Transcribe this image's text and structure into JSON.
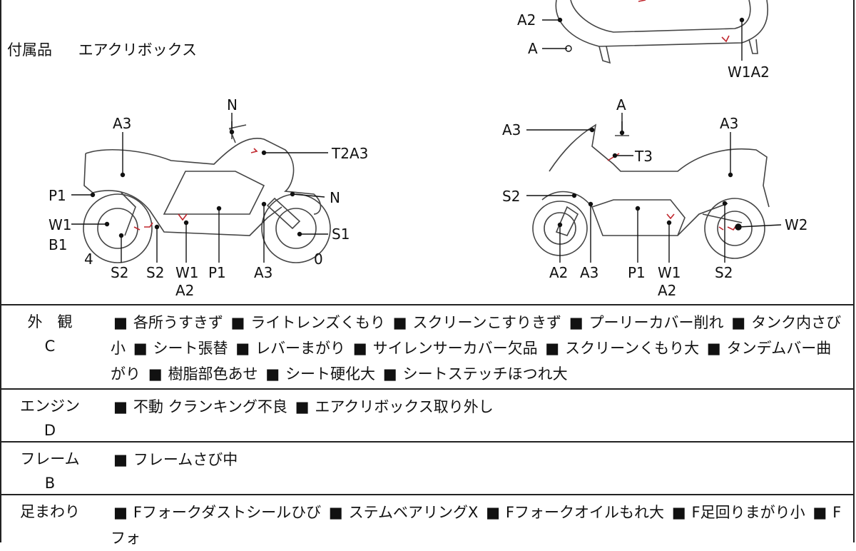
{
  "accessories": {
    "label": "付属品",
    "value": "エアクリボックス"
  },
  "diagram_labels": {
    "top_a2": "A2",
    "top_a": "A",
    "top_w1a2": "W1A2",
    "l_n": "N",
    "l_a3": "A3",
    "l_t2a3": "T2A3",
    "l_p1": "P1",
    "l_n2": "N",
    "l_w1": "W1",
    "l_b1": "B1",
    "l_s1": "S1",
    "l_4": "4",
    "l_0": "0",
    "l_s2a": "S2",
    "l_s2b": "S2",
    "l_w1b": "W1",
    "l_a2": "A2",
    "l_p1b": "P1",
    "l_a3b": "A3",
    "r_a": "A",
    "r_a3": "A3",
    "r_a3b": "A3",
    "r_t3": "T3",
    "r_s2": "S2",
    "r_w2": "W2",
    "r_a2": "A2",
    "r_a3c": "A3",
    "r_p1": "P1",
    "r_w1": "W1",
    "r_a2b": "A2",
    "r_s2b": "S2"
  },
  "sections": [
    {
      "title": "外　観",
      "code": "C",
      "items": [
        "各所うすきず",
        "ライトレンズくもり",
        "スクリーンこすりきず",
        "プーリーカバー削れ",
        "タンク内さび小",
        "シート張替",
        "レバーまがり",
        "サイレンサーカバー欠品",
        "スクリーンくもり大",
        "タンデムバー曲がり",
        "樹脂部色あせ",
        "シート硬化大",
        "シートステッチほつれ大"
      ]
    },
    {
      "title": "エンジン",
      "code": "D",
      "items": [
        "不動 クランキング不良",
        "エアクリボックス取り外し"
      ]
    },
    {
      "title": "フレーム",
      "code": "B",
      "items": [
        "フレームさび中"
      ]
    },
    {
      "title": "足まわり",
      "code": "",
      "items": [
        "Fフォークダストシールひび",
        "ステムベアリングX",
        "Fフォークオイルもれ大",
        "F足回りまがり小",
        "Fフォ"
      ]
    }
  ]
}
